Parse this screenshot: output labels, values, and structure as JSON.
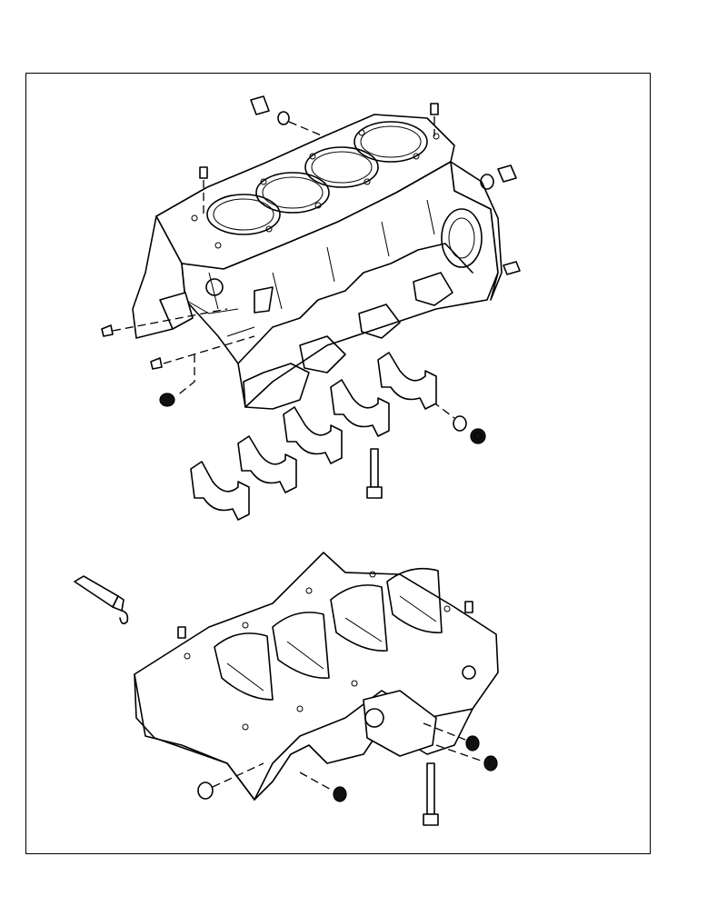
{
  "diagram": {
    "assemblies": [
      {
        "name": "cylinder-block",
        "cylinders": 4
      },
      {
        "name": "lower-crankcase",
        "main_bearing_bays": 5
      }
    ],
    "main_bearing_caps": 5,
    "colors": {
      "line": "#000000",
      "background": "#ffffff"
    }
  }
}
